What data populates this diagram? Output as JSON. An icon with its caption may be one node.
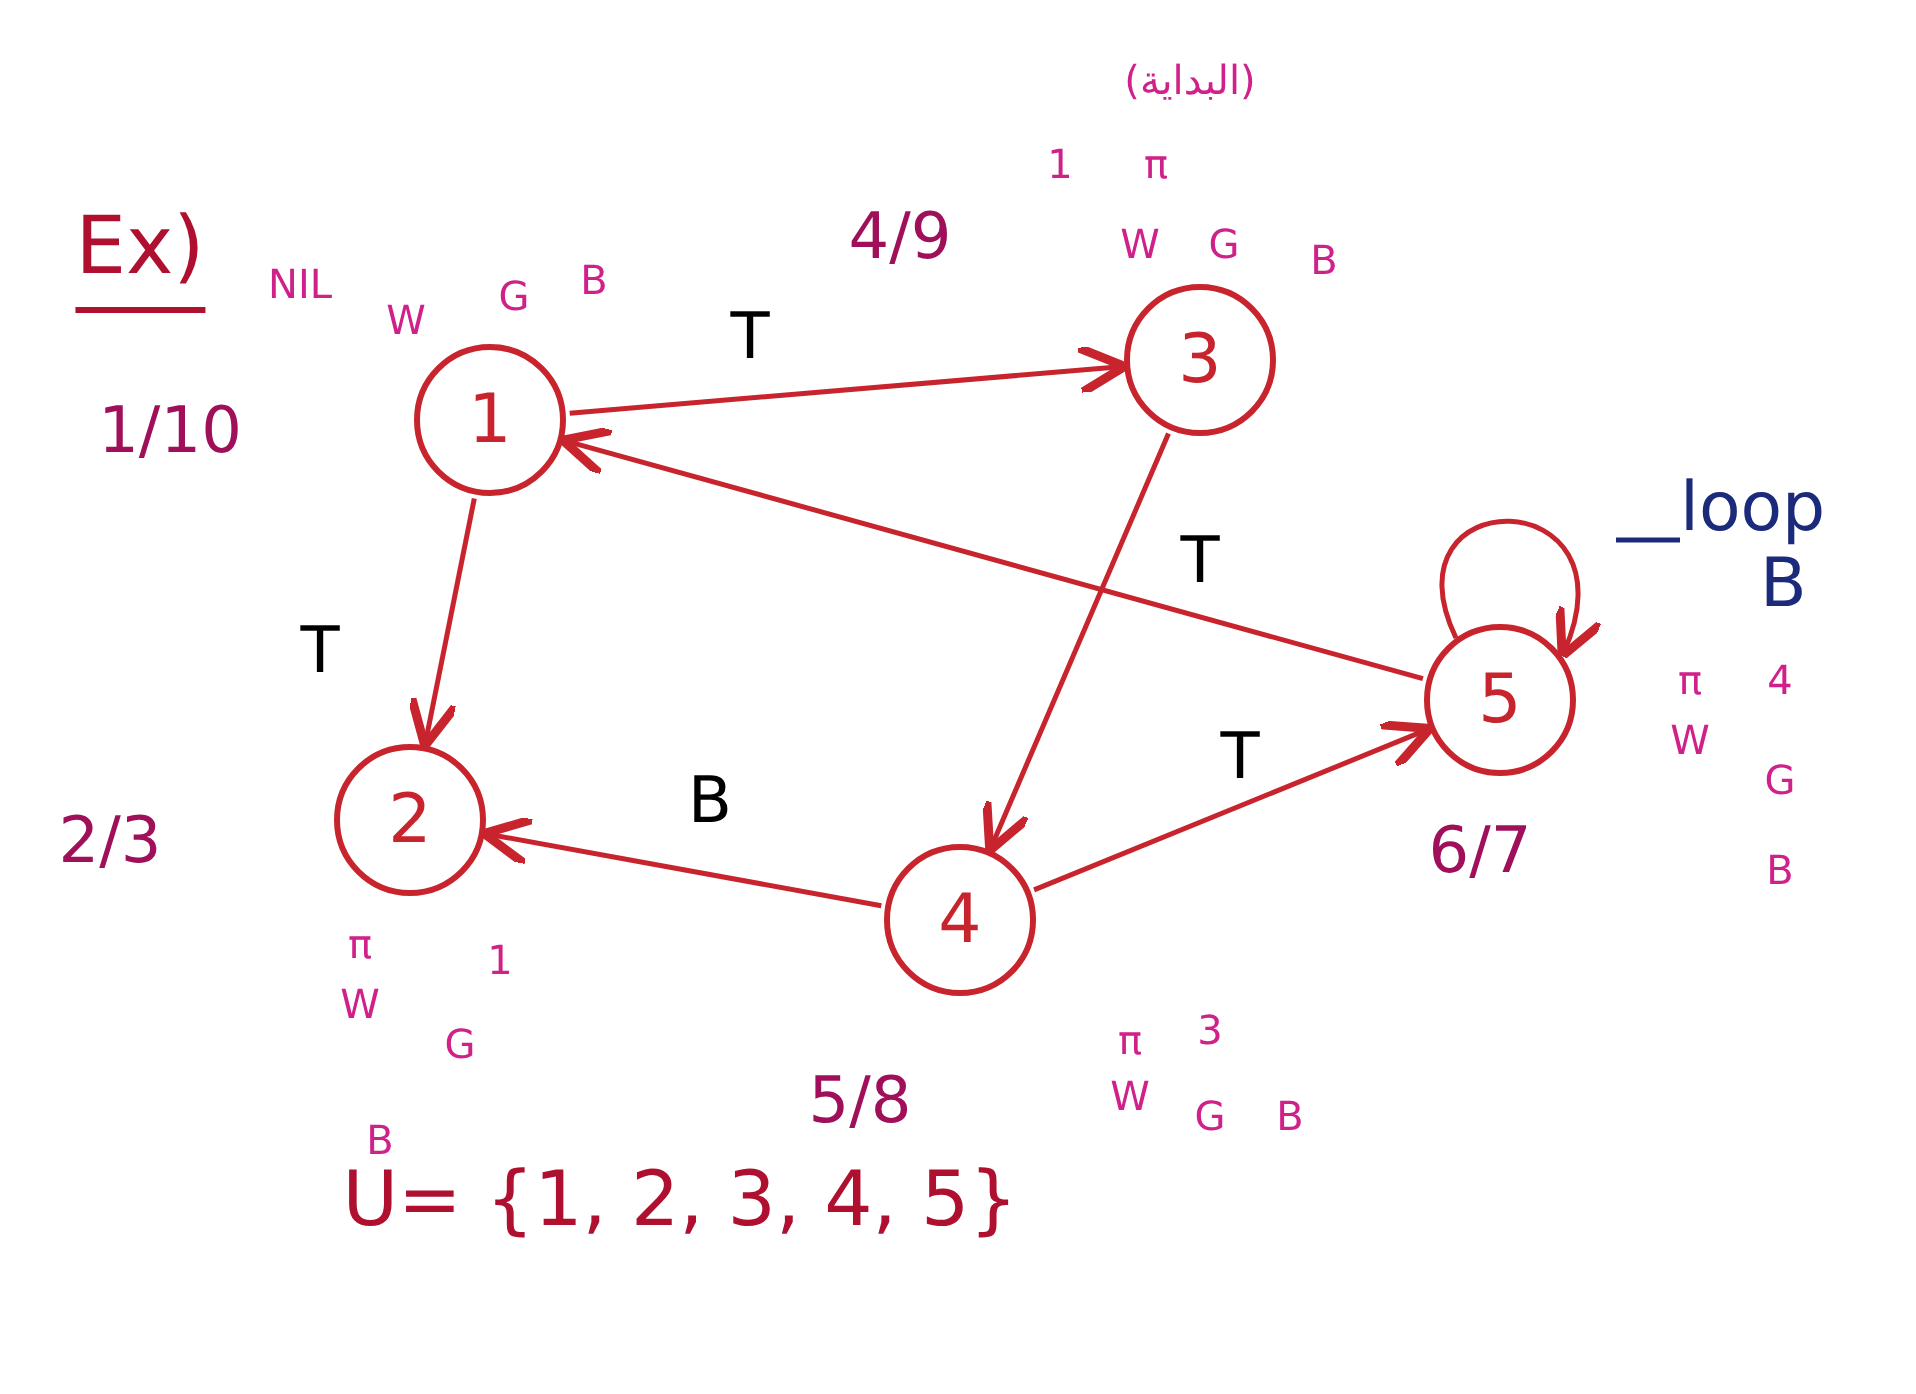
{
  "diagram": {
    "nodes": [
      {
        "text": [
          "1"
        ],
        "beside": [
          "1/10",
          "NIL",
          "W",
          "G",
          "B"
        ]
      },
      {
        "text": [
          "2"
        ],
        "beside": [
          "2/3",
          "π",
          "1",
          "W",
          "G",
          "B"
        ]
      },
      {
        "text": [
          "3"
        ],
        "beside": [
          "4/9",
          "(البداية)",
          "1",
          "π",
          "W",
          "G",
          "B"
        ]
      },
      {
        "text": [
          "4"
        ],
        "beside": [
          "5/8",
          "π",
          "3",
          "W",
          "G",
          "B"
        ]
      },
      {
        "text": [
          "5"
        ],
        "beside": [
          "6/7",
          "π",
          "4",
          "W",
          "G",
          "B"
        ]
      },
      {
        "text": [
          "loop",
          "B"
        ]
      }
    ],
    "edges": [
      {
        "from": 0,
        "to": 2,
        "arrow": "to",
        "label": "T"
      },
      {
        "from": 0,
        "to": 1,
        "arrow": "to",
        "label": "T"
      },
      {
        "from": 2,
        "to": 3,
        "arrow": "to",
        "label": "T"
      },
      {
        "from": 3,
        "to": 1,
        "arrow": "to",
        "label": "B"
      },
      {
        "from": 3,
        "to": 4,
        "arrow": "to",
        "label": "T"
      },
      {
        "from": 4,
        "to": 0,
        "arrow": "to"
      },
      {
        "from": 4,
        "to": 4,
        "arrow": "to"
      },
      {
        "from": 5,
        "to": null,
        "arrow": "none",
        "color": "#1b2a7a"
      }
    ],
    "labels": [
      "Ex)",
      "U= {1, 2, 3, 4, 5}"
    ]
  }
}
